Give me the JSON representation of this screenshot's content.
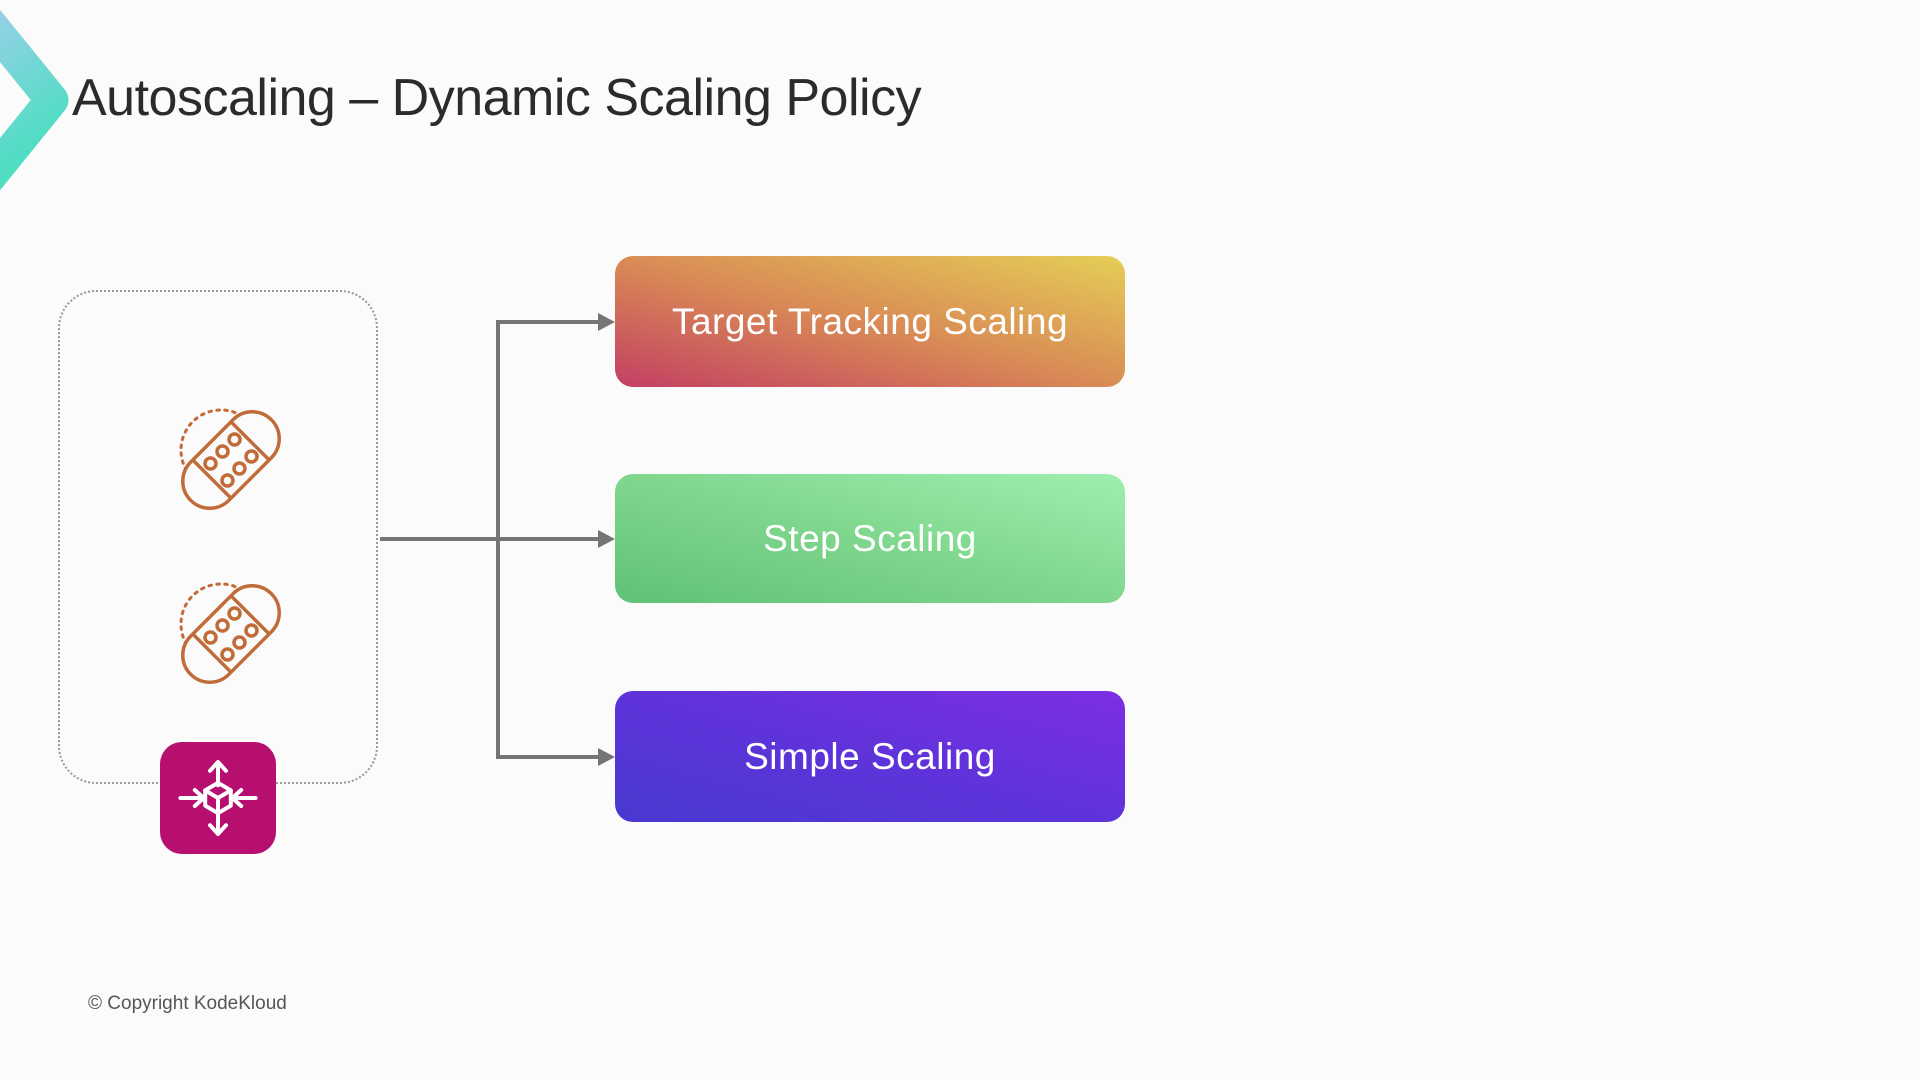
{
  "page": {
    "title": "Autoscaling – Dynamic Scaling Policy",
    "copyright": "© Copyright KodeKloud"
  },
  "icons": {
    "logo": "kodekloud-chevron-logo",
    "bandage": "adhesive-bandage-outline-with-dotted-circle",
    "asg": "cube-with-in-out-scaling-arrows"
  },
  "colors": {
    "background": "#fbfbfb",
    "title-text": "#2b2b2b",
    "copyright-text": "#565656",
    "bandage-stroke": "#c06b38",
    "asg-badge": "#b60f70",
    "asg-glyph": "#ffffff",
    "connector": "#757575",
    "group-border": "#999999",
    "policy-text": "#ffffff",
    "logo-top": "#a9cdf1",
    "logo-bottom": "#45dfbd"
  },
  "diagram": {
    "policies": [
      {
        "label": "Target Tracking Scaling",
        "from": "#c33f63",
        "mid": "#d98c55",
        "to": "#e5ce57"
      },
      {
        "label": "Step Scaling",
        "from": "#5fc276",
        "mid": "#7fd78d",
        "to": "#9fefb0"
      },
      {
        "label": "Simple Scaling",
        "from": "#4839d0",
        "mid": "#5f33da",
        "to": "#7e2ee2"
      }
    ]
  }
}
